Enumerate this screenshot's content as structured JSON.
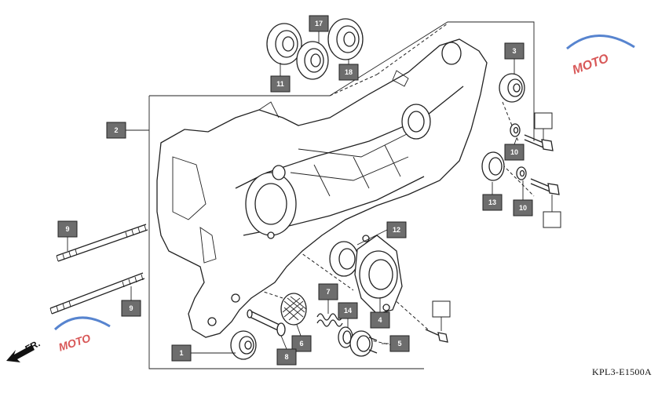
{
  "diagram": {
    "callouts": [
      {
        "id": "callout-1",
        "label": "1"
      },
      {
        "id": "callout-2",
        "label": "2"
      },
      {
        "id": "callout-3",
        "label": "3"
      },
      {
        "id": "callout-4",
        "label": "4"
      },
      {
        "id": "callout-5",
        "label": "5"
      },
      {
        "id": "callout-6",
        "label": "6"
      },
      {
        "id": "callout-7",
        "label": "7"
      },
      {
        "id": "callout-8",
        "label": "8"
      },
      {
        "id": "callout-9a",
        "label": "9"
      },
      {
        "id": "callout-9b",
        "label": "9"
      },
      {
        "id": "callout-10a",
        "label": "10"
      },
      {
        "id": "callout-10b",
        "label": "10"
      },
      {
        "id": "callout-11",
        "label": "11"
      },
      {
        "id": "callout-12",
        "label": "12"
      },
      {
        "id": "callout-13",
        "label": "13"
      },
      {
        "id": "callout-14",
        "label": "14"
      },
      {
        "id": "callout-17",
        "label": "17"
      },
      {
        "id": "callout-18",
        "label": "18"
      }
    ],
    "front_label": "FR.",
    "drawing_code": "KPL3-E1500A",
    "watermark": "MOTO"
  },
  "colors": {
    "callout_fill": "#6d6d6d",
    "line": "#222222",
    "watermark_red": "#d23b3b",
    "watermark_blue": "#3a6fc7"
  }
}
